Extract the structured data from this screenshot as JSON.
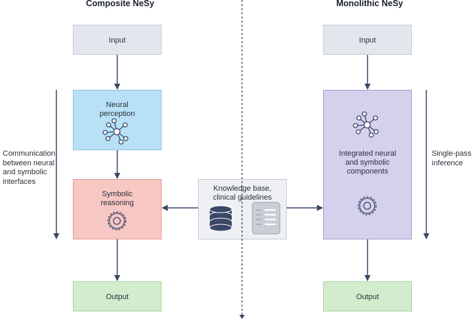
{
  "left_title": "Composite NeSy",
  "right_title": "Monolithic NeSy",
  "left": {
    "input": "Input",
    "neural_line1": "Neural",
    "neural_line2": "perception",
    "symbolic_line1": "Symbolic",
    "symbolic_line2": "reasoning",
    "output": "Output",
    "side_line1": "Communication",
    "side_line2": "between neural",
    "side_line3": "and symbolic",
    "side_line4": "interfaces"
  },
  "right": {
    "input": "Input",
    "integrated_line1": "Integrated neural",
    "integrated_line2": "and symbolic",
    "integrated_line3": "components",
    "output": "Output",
    "side_line1": "Single-pass",
    "side_line2": "inference"
  },
  "kb": {
    "line1": "Knowledge base,",
    "line2": "clinical guidelines"
  },
  "icons": [
    "network-icon",
    "gear-icon",
    "database-icon",
    "document-icon"
  ],
  "colors": {
    "input_gray": "#e3e6ec",
    "neural_blue": "#b8e1f6",
    "symbolic_red": "#f7c7c4",
    "integrated_purple": "#d5d0ec",
    "output_green": "#d3eccd",
    "arrow_navy": "#3a4766"
  }
}
